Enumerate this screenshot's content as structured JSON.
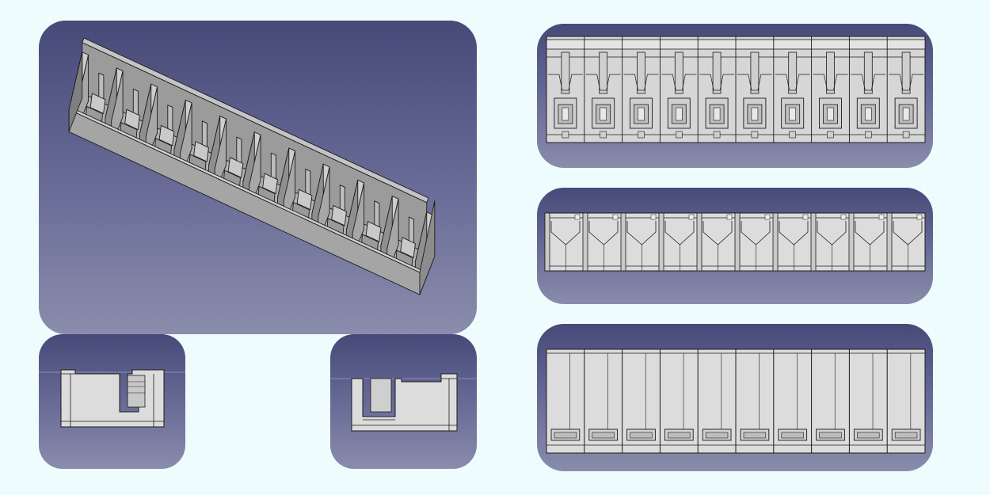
{
  "views": [
    {
      "id": "isometric",
      "description": "isometric-view"
    },
    {
      "id": "left",
      "description": "left-side-view"
    },
    {
      "id": "right",
      "description": "right-side-view"
    },
    {
      "id": "top",
      "description": "top-view"
    },
    {
      "id": "front",
      "description": "front-view"
    },
    {
      "id": "bottom",
      "description": "bottom-view"
    }
  ],
  "model": {
    "pin_count": 10
  },
  "colors": {
    "page_background": "#eefcfd",
    "panel_top": "#474a78",
    "panel_bottom": "#8a8cab",
    "part_fill": "#d9d9d9",
    "part_dark": "#8e8e8e",
    "part_edge": "#1c1c1c"
  }
}
